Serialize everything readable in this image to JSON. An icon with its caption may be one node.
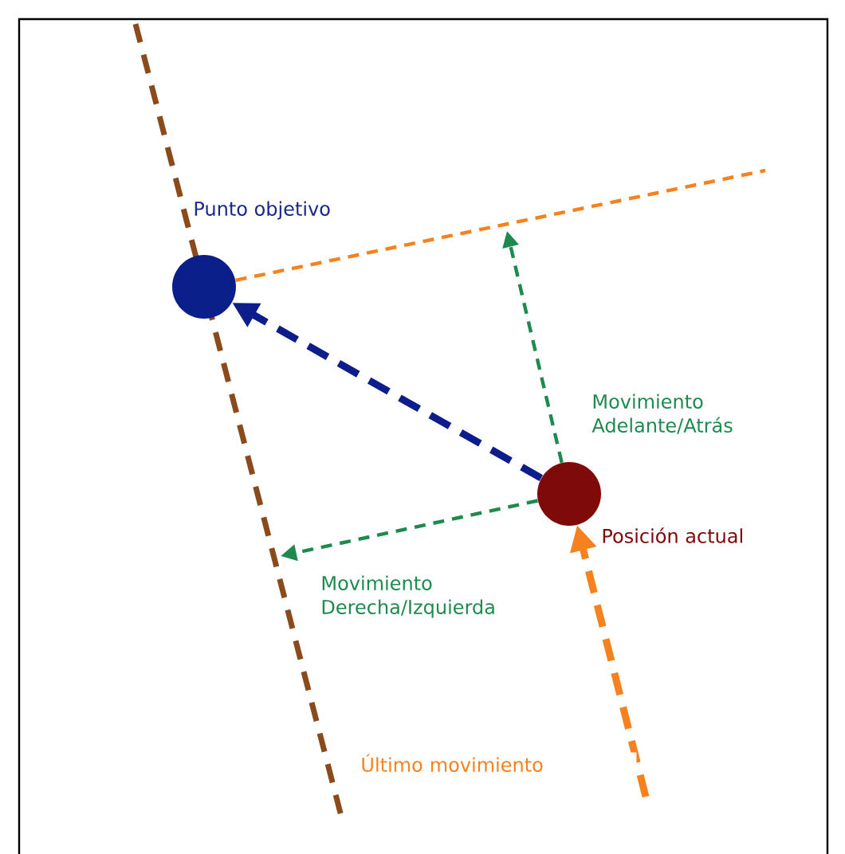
{
  "diagram": {
    "nodes": [
      {
        "text": [
          "Punto objetivo"
        ]
      },
      {
        "text": [
          "Posición actual"
        ]
      }
    ],
    "edges": [
      {
        "from": 1,
        "to": 0,
        "arrow": "to",
        "style": "dashed",
        "color": "#0d1e8c"
      },
      {
        "from": 1,
        "to": null,
        "arrow": "to",
        "style": "dashed",
        "color": "#1e8a4e",
        "label": "Movimiento Adelante/Atrás"
      },
      {
        "from": 1,
        "to": null,
        "arrow": "to",
        "style": "dashed",
        "color": "#1e8a4e",
        "label": "Movimiento Derecha/Izquierda"
      },
      {
        "from": null,
        "to": 1,
        "arrow": "to",
        "style": "dashed",
        "color": "#f5821f",
        "label": "Último movimiento"
      },
      {
        "from": 0,
        "to": null,
        "arrow": "none",
        "style": "dashed",
        "color": "#f5821f"
      }
    ]
  }
}
